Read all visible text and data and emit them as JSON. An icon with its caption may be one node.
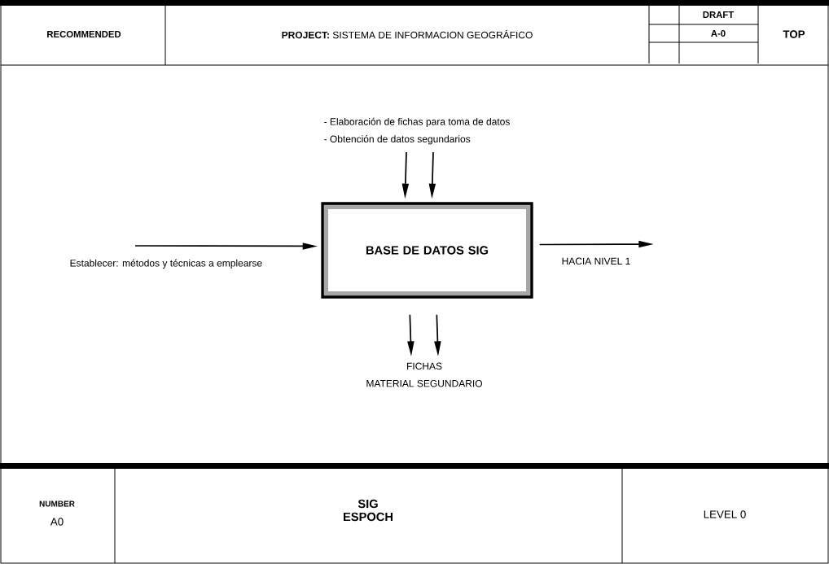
{
  "diagram": {
    "nodes": [
      {
        "text": [
          "BASE DE DATOS SIG"
        ]
      },
      {
        "text": [
          "Establecer: métodos y técnicas a emplearse"
        ]
      },
      {
        "text": [
          "- Elaboración de fichas para toma de datos",
          "- Obtención de datos segundarios"
        ]
      },
      {
        "text": [
          "FICHAS",
          "MATERIAL SEGUNDARIO"
        ]
      },
      {
        "text": [
          "HACIA NIVEL 1"
        ]
      }
    ],
    "edges": [
      {
        "from": 1,
        "to": 0,
        "arrow": "to"
      },
      {
        "from": 2,
        "to": 0,
        "arrow": "to"
      },
      {
        "from": 2,
        "to": 0,
        "arrow": "to"
      },
      {
        "from": 0,
        "to": 3,
        "arrow": "to"
      },
      {
        "from": 0,
        "to": 3,
        "arrow": "to"
      },
      {
        "from": 0,
        "to": 4,
        "arrow": "to"
      }
    ],
    "labels": [
      "RECOMMENDED",
      "**PROJECT:** SISTEMA DE INFORMACION GEOGRÁFICO",
      "DRAFT",
      "A-0",
      "TOP",
      "NUMBER",
      "A0",
      "SIG ESPOCH",
      "LEVEL 0"
    ]
  }
}
